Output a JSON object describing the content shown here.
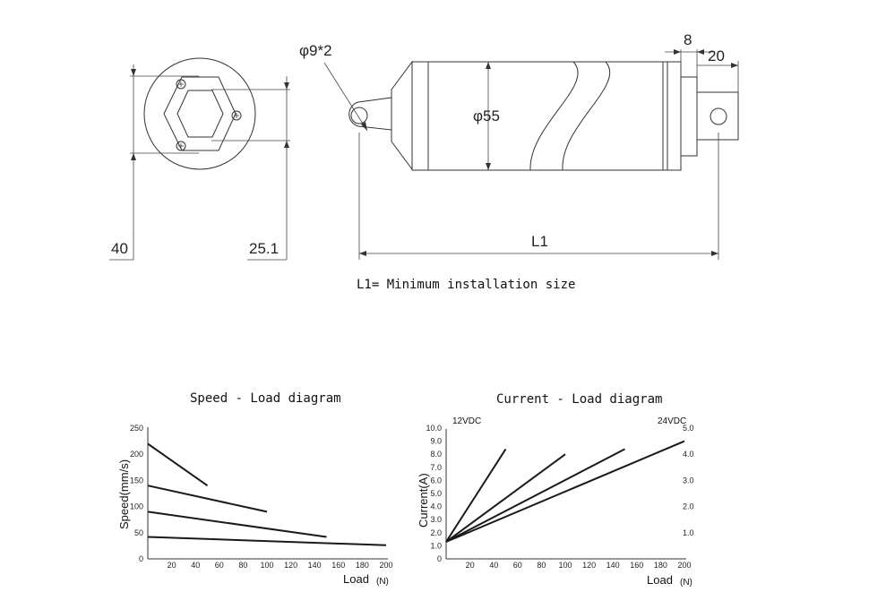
{
  "drawing": {
    "dim_hole": "φ9*2",
    "dim_diameter": "φ55",
    "dim_8": "8",
    "dim_20": "20",
    "dim_40": "40",
    "dim_25_1": "25.1",
    "dim_L1": "L1",
    "note": "L1= Minimum installation size"
  },
  "chart_data": [
    {
      "type": "line",
      "title": "Speed - Load diagram",
      "xlabel": "Load",
      "xunit": "(N)",
      "ylabel": "Speed(mm/s)",
      "xlim": [
        0,
        200
      ],
      "ylim": [
        0,
        250
      ],
      "xticks": [
        "20",
        "40",
        "60",
        "80",
        "100",
        "120",
        "140",
        "160",
        "180",
        "200"
      ],
      "yticks": [
        "0",
        "50",
        "100",
        "150",
        "200",
        "250"
      ],
      "series": [
        {
          "x": [
            0,
            50
          ],
          "y": [
            220,
            140
          ]
        },
        {
          "x": [
            0,
            100
          ],
          "y": [
            140,
            90
          ]
        },
        {
          "x": [
            0,
            150
          ],
          "y": [
            90,
            42
          ]
        },
        {
          "x": [
            0,
            200
          ],
          "y": [
            42,
            26
          ]
        }
      ]
    },
    {
      "type": "line",
      "title": "Current - Load diagram",
      "xlabel": "Load",
      "xunit": "(N)",
      "ylabel": "Current(A)",
      "xlim": [
        0,
        200
      ],
      "ylim": [
        0,
        10
      ],
      "y2lim": [
        0,
        5
      ],
      "left_axis_label": "12VDC",
      "right_axis_label": "24VDC",
      "xticks": [
        "20",
        "40",
        "60",
        "80",
        "100",
        "120",
        "140",
        "160",
        "180",
        "200"
      ],
      "yticks": [
        "0",
        "1.0",
        "2.0",
        "3.0",
        "4.0",
        "5.0",
        "6.0",
        "7.0",
        "8.0",
        "9.0",
        "10.0"
      ],
      "y2ticks": [
        "1.0",
        "2.0",
        "3.0",
        "4.0",
        "5.0"
      ],
      "series": [
        {
          "x": [
            0,
            50
          ],
          "y": [
            1.3,
            8.4
          ]
        },
        {
          "x": [
            0,
            100
          ],
          "y": [
            1.3,
            8.0
          ]
        },
        {
          "x": [
            0,
            150
          ],
          "y": [
            1.3,
            8.4
          ]
        },
        {
          "x": [
            0,
            200
          ],
          "y": [
            1.3,
            9.0
          ]
        }
      ]
    }
  ]
}
